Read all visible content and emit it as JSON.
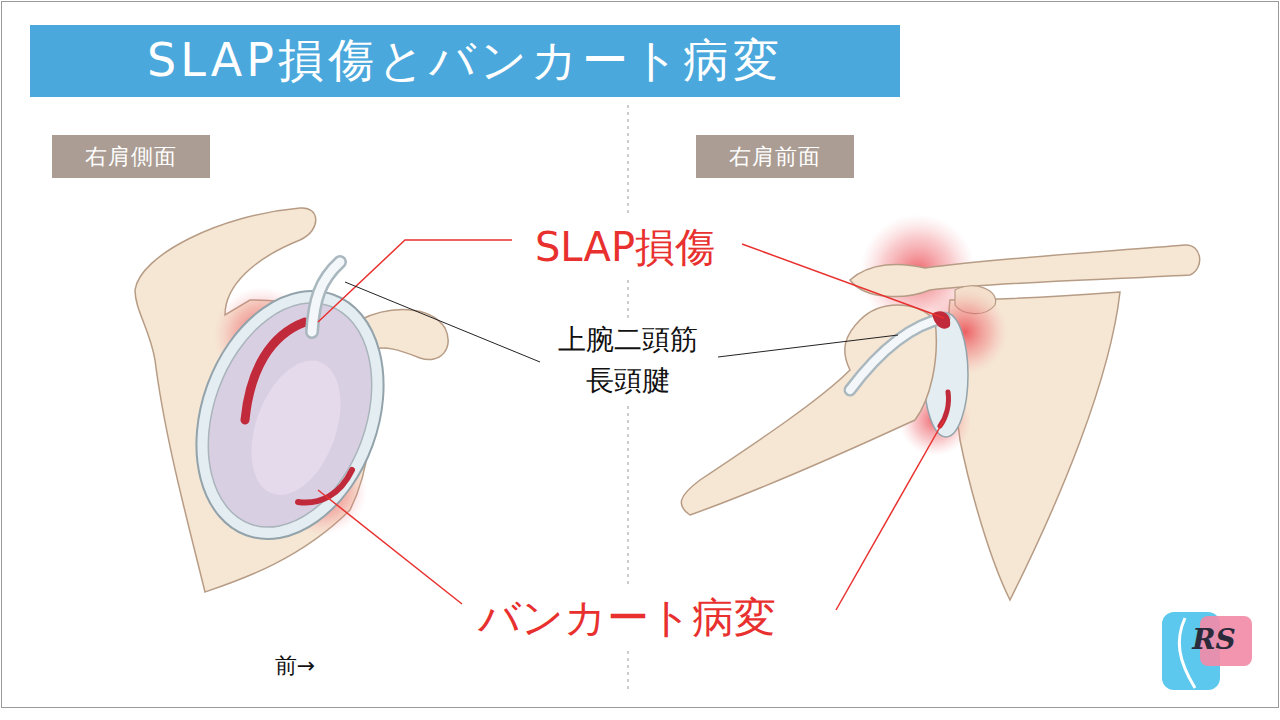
{
  "diagram": {
    "title": "SLAP損傷とバンカート病変",
    "nodes": [
      {
        "text": [
          "右肩側面"
        ]
      },
      {
        "text": [
          "右肩前面"
        ]
      }
    ],
    "labels": [
      "SLAP損傷",
      "上腕二頭筋 長頭腱",
      "バンカート病変",
      "前→",
      "RS"
    ]
  }
}
